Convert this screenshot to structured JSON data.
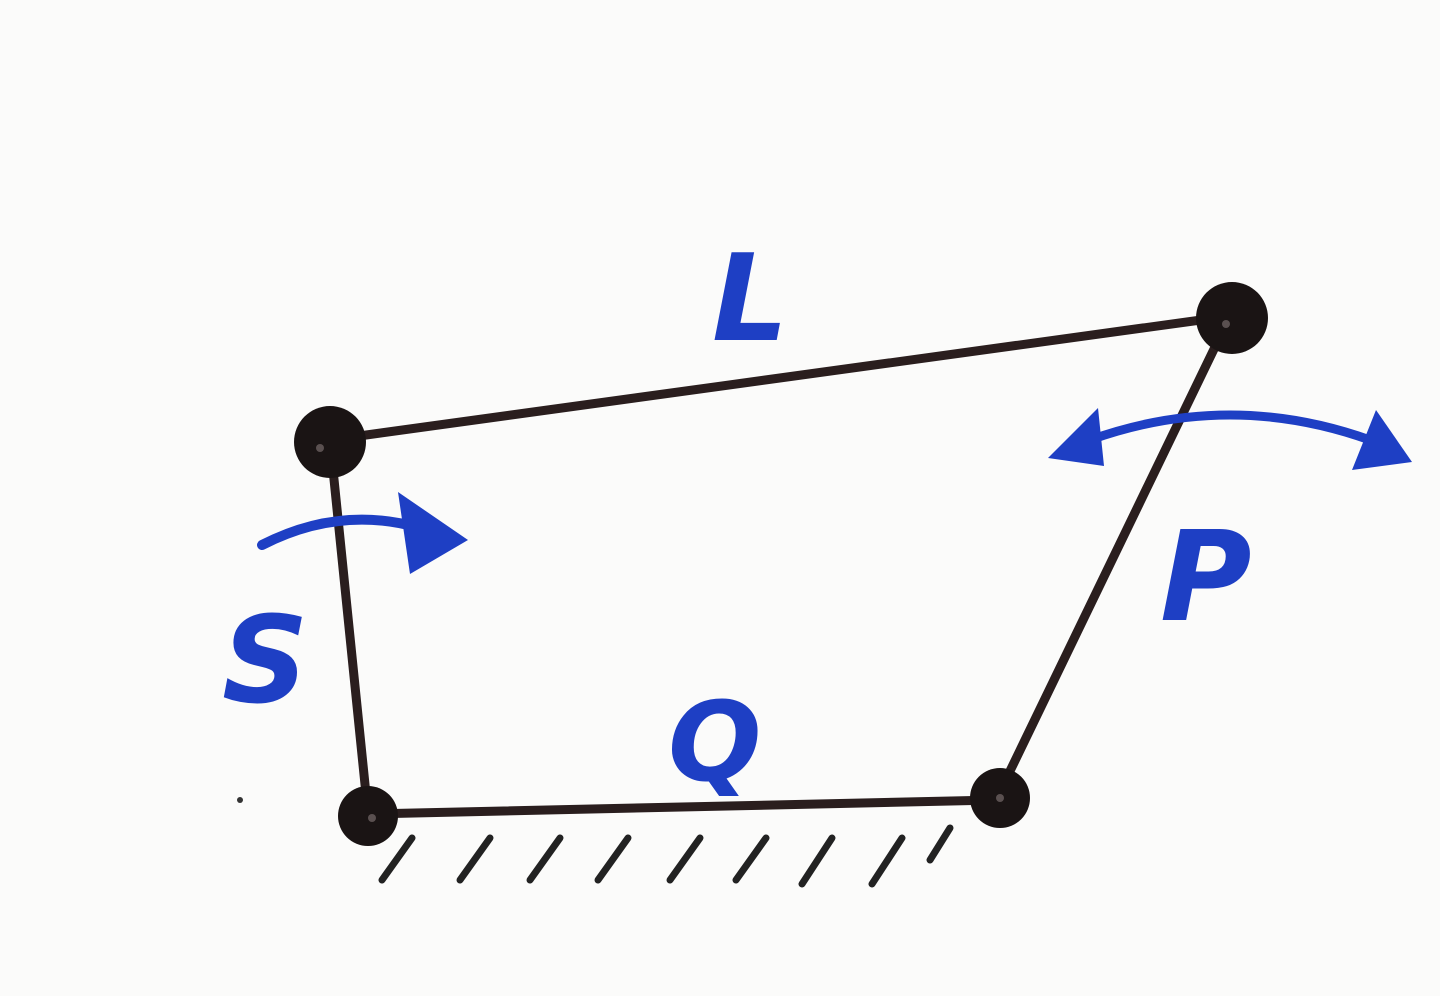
{
  "diagram": {
    "labels": {
      "long_link": "L",
      "short_link": "S",
      "link_p": "P",
      "ground_link": "Q"
    },
    "colors": {
      "background": "#fbfbfa",
      "link_stroke": "#2a1e1e",
      "joint_fill": "#1a1414",
      "annotation": "#1e3fc4",
      "hatch": "#222222"
    }
  }
}
